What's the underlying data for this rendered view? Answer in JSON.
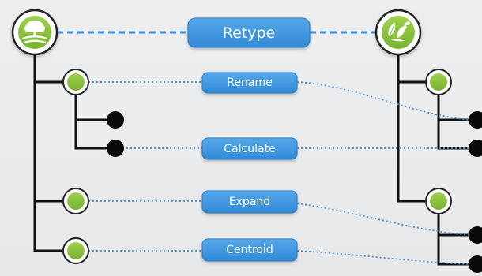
{
  "colors": {
    "background": "#e9ebed",
    "button_fill": "#3e97e0",
    "button_stroke": "#2c7cc4",
    "green_node": "#8cc63f",
    "black_node": "#0a0a0a",
    "tree_line": "#111111",
    "dotted_link": "#4a8fd4",
    "dashed_link": "#3d8fdb"
  },
  "icons": {
    "source": "tree-landscape-icon",
    "target": "leaves-butterfly-icon"
  },
  "main_operation": {
    "label": "Retype"
  },
  "operations": [
    {
      "label": "Rename"
    },
    {
      "label": "Calculate"
    },
    {
      "label": "Expand"
    },
    {
      "label": "Centroid"
    }
  ]
}
